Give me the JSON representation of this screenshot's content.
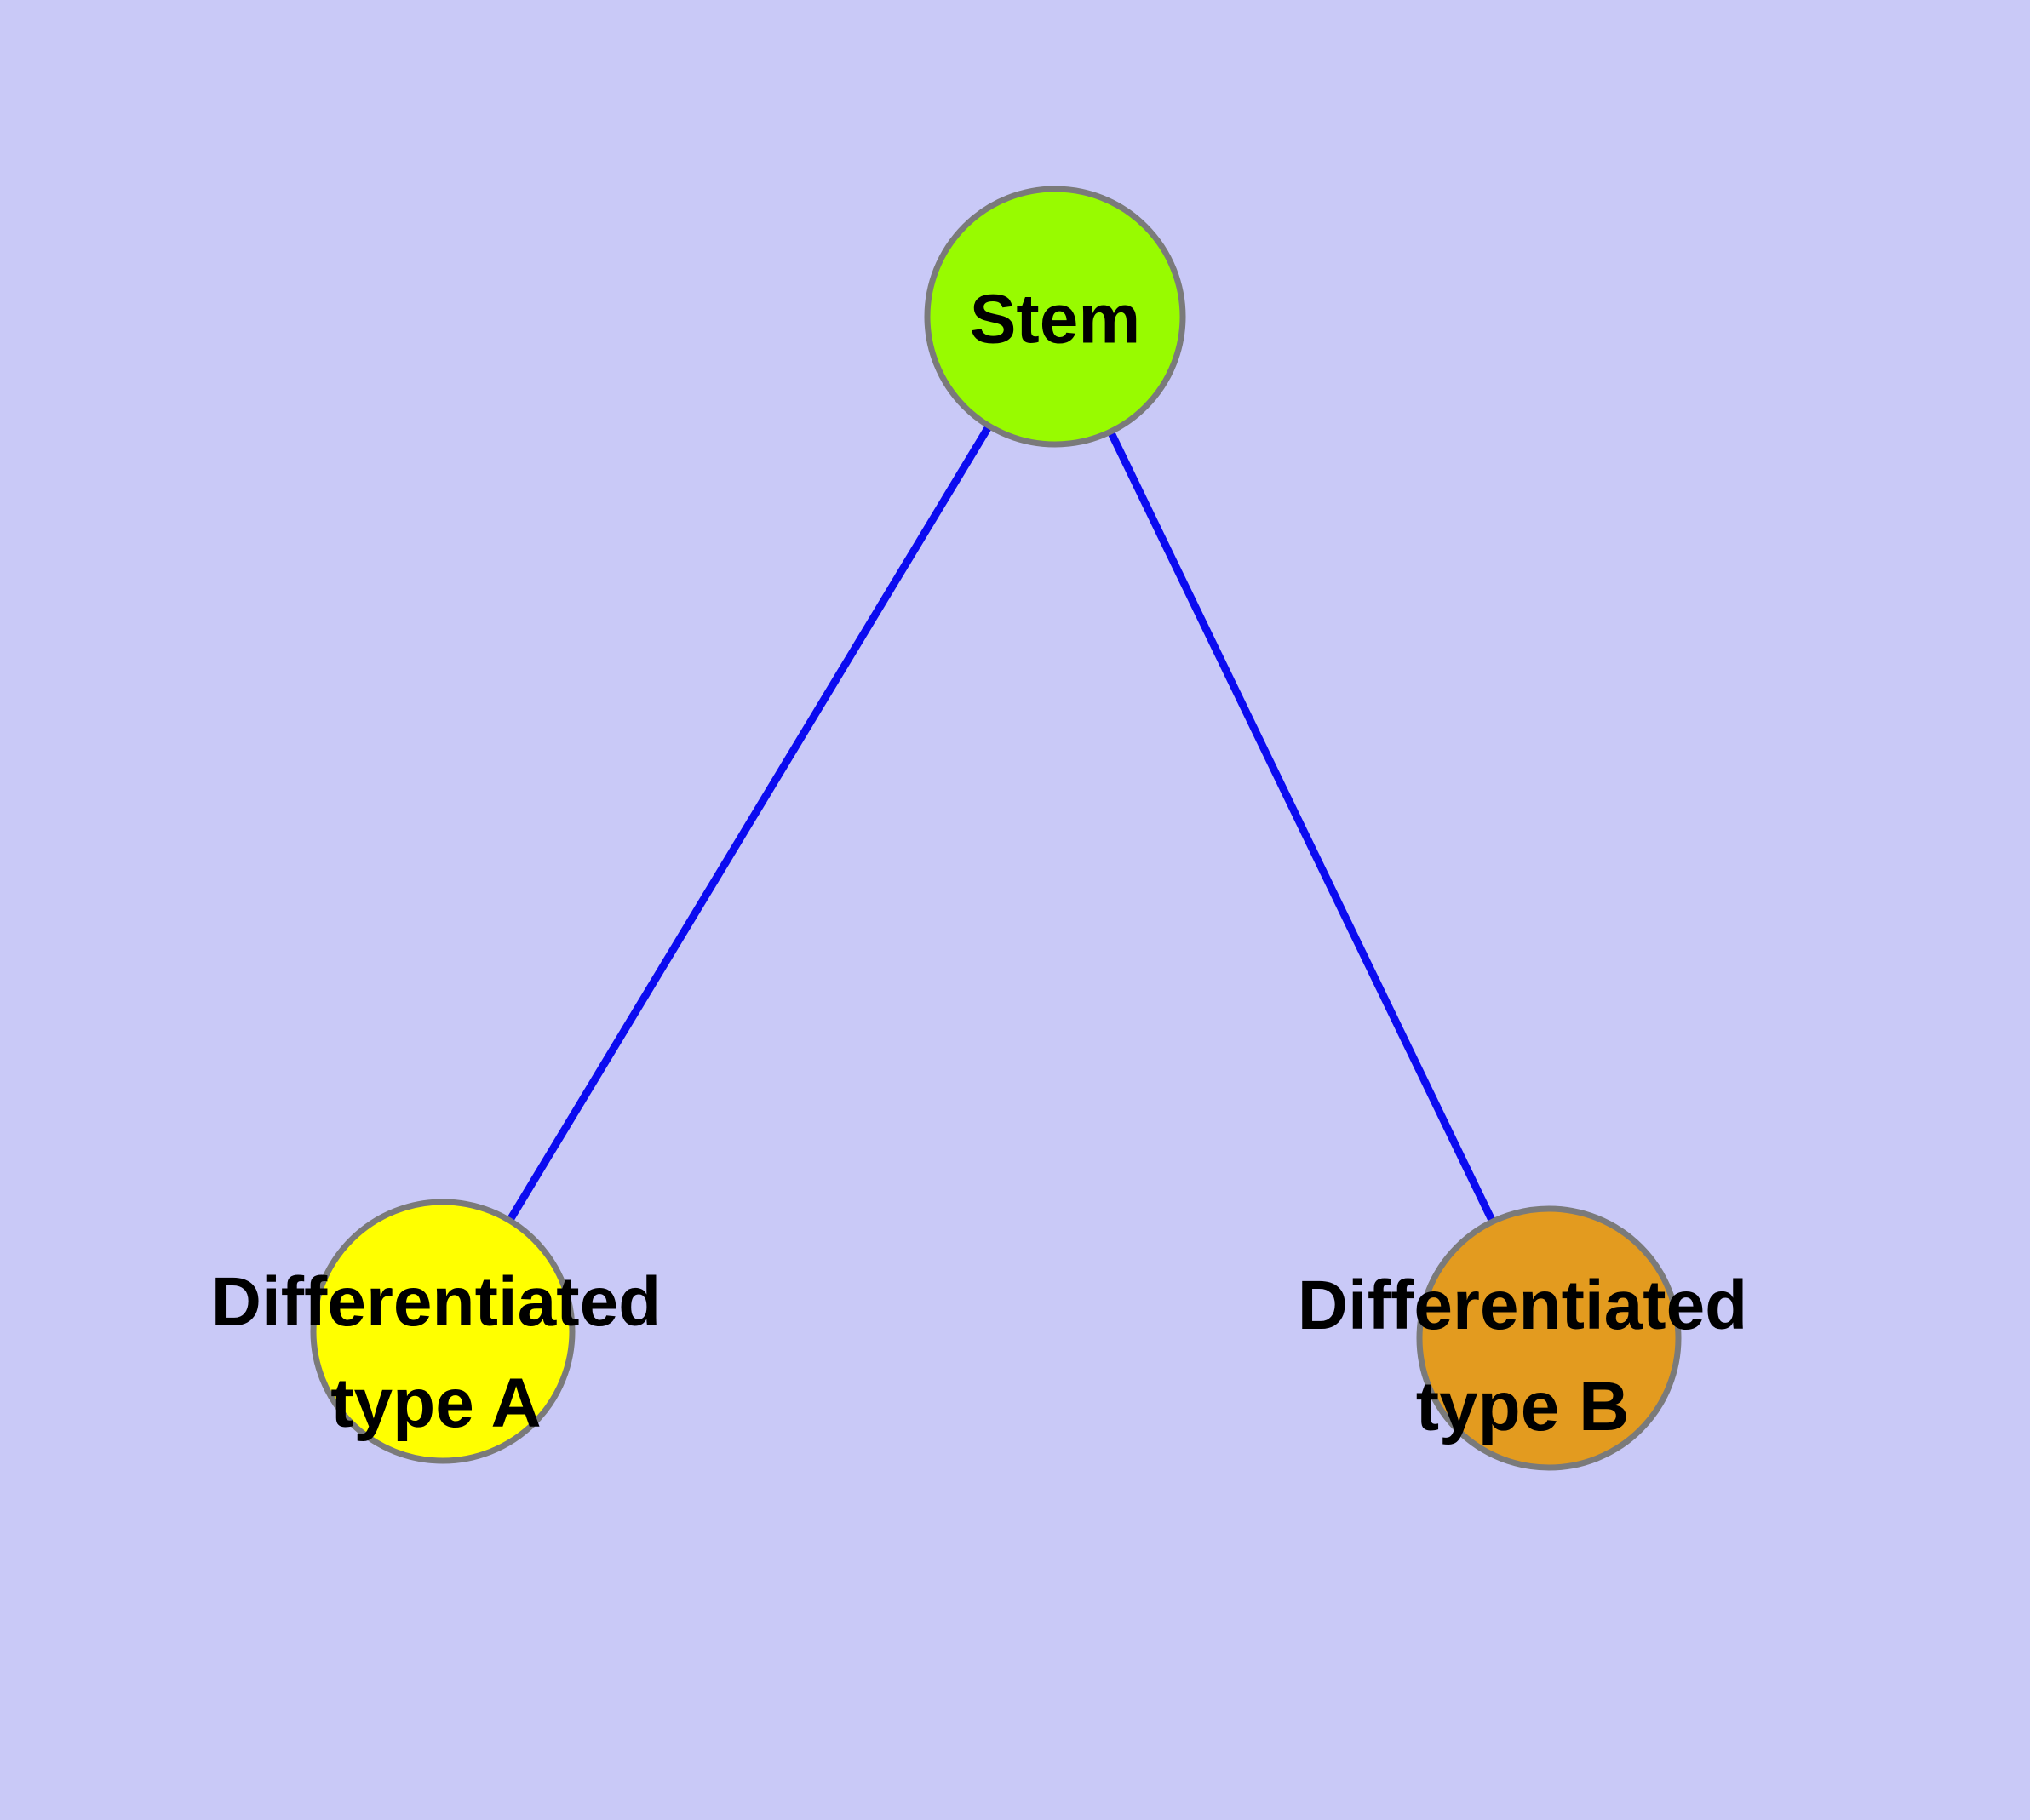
{
  "diagram": {
    "title": "",
    "background_color": "#C9C9F7",
    "edge_color": "#0B0BF0",
    "node_border_color": "#7A7A7A",
    "label_color": "#000000",
    "nodes": [
      {
        "id": "stem",
        "label": "Stem",
        "label_lines": [
          "Stem"
        ],
        "fill": "#98FB00"
      },
      {
        "id": "differentiated-type-a",
        "label": "Differentiated type A",
        "label_lines": [
          "Differentiated",
          "type A"
        ],
        "fill": "#FFFF00"
      },
      {
        "id": "differentiated-type-b",
        "label": "Differentiated type B",
        "label_lines": [
          "Differentiated",
          "type B"
        ],
        "fill": "#E39B1F"
      }
    ],
    "edges": [
      {
        "from": "stem",
        "to": "differentiated-type-a"
      },
      {
        "from": "stem",
        "to": "differentiated-type-b"
      }
    ]
  }
}
